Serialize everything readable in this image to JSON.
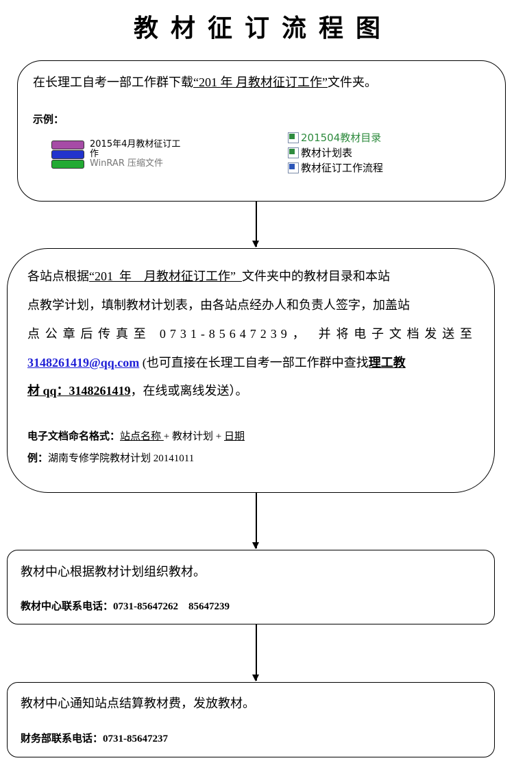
{
  "title": "教材征订流程图",
  "step1": {
    "text_before": "在长理工自考一部工作群下载",
    "text_quoted": "“201  年    月教材征订工作”",
    "text_after": "文件夹。",
    "example_label": "示例：",
    "archive_name_line1": "2015年4月教材征订工",
    "archive_name_line2": "作",
    "archive_type": "WinRAR 压缩文件",
    "files": [
      {
        "icon": "excel-icon",
        "name": "201504教材目录",
        "color": "#2e8b3e"
      },
      {
        "icon": "excel-icon",
        "name": "教材计划表"
      },
      {
        "icon": "word-icon",
        "name": "教材征订工作流程"
      }
    ]
  },
  "step2": {
    "l1a": "各站点根据",
    "l1b": "“201  年    月教材征订工作”  ",
    "l1c": "文件夹中的教材目录和本站",
    "l2": "点教学计划，填制教材计划表，由各站点经办人和负责人签字，加盖站",
    "l3": "点公章后传真至 0731-85647239， 并将电子文档发送至",
    "email": "3148261419@qq.com",
    "l4b": " (也可直接在长理工自考一部工作群中查找",
    "l4c": "理工教",
    "l5a": "材 qq：3148261419",
    "l5b": "，在线或离线发送）。",
    "naming_label": "电子文档命名格式：",
    "naming_a": "站点名称 ",
    "naming_plus1": "+ 教材计划 + ",
    "naming_b": "日期",
    "example_label": "例：",
    "example_value": "湖南专修学院教材计划 20141011"
  },
  "step3": {
    "text": "教材中心根据教材计划组织教材。",
    "contact": "教材中心联系电话：0731-85647262    85647239"
  },
  "step4": {
    "text": "教材中心通知站点结算教材费，发放教材。",
    "contact": "财务部联系电话：0731-85647237"
  }
}
